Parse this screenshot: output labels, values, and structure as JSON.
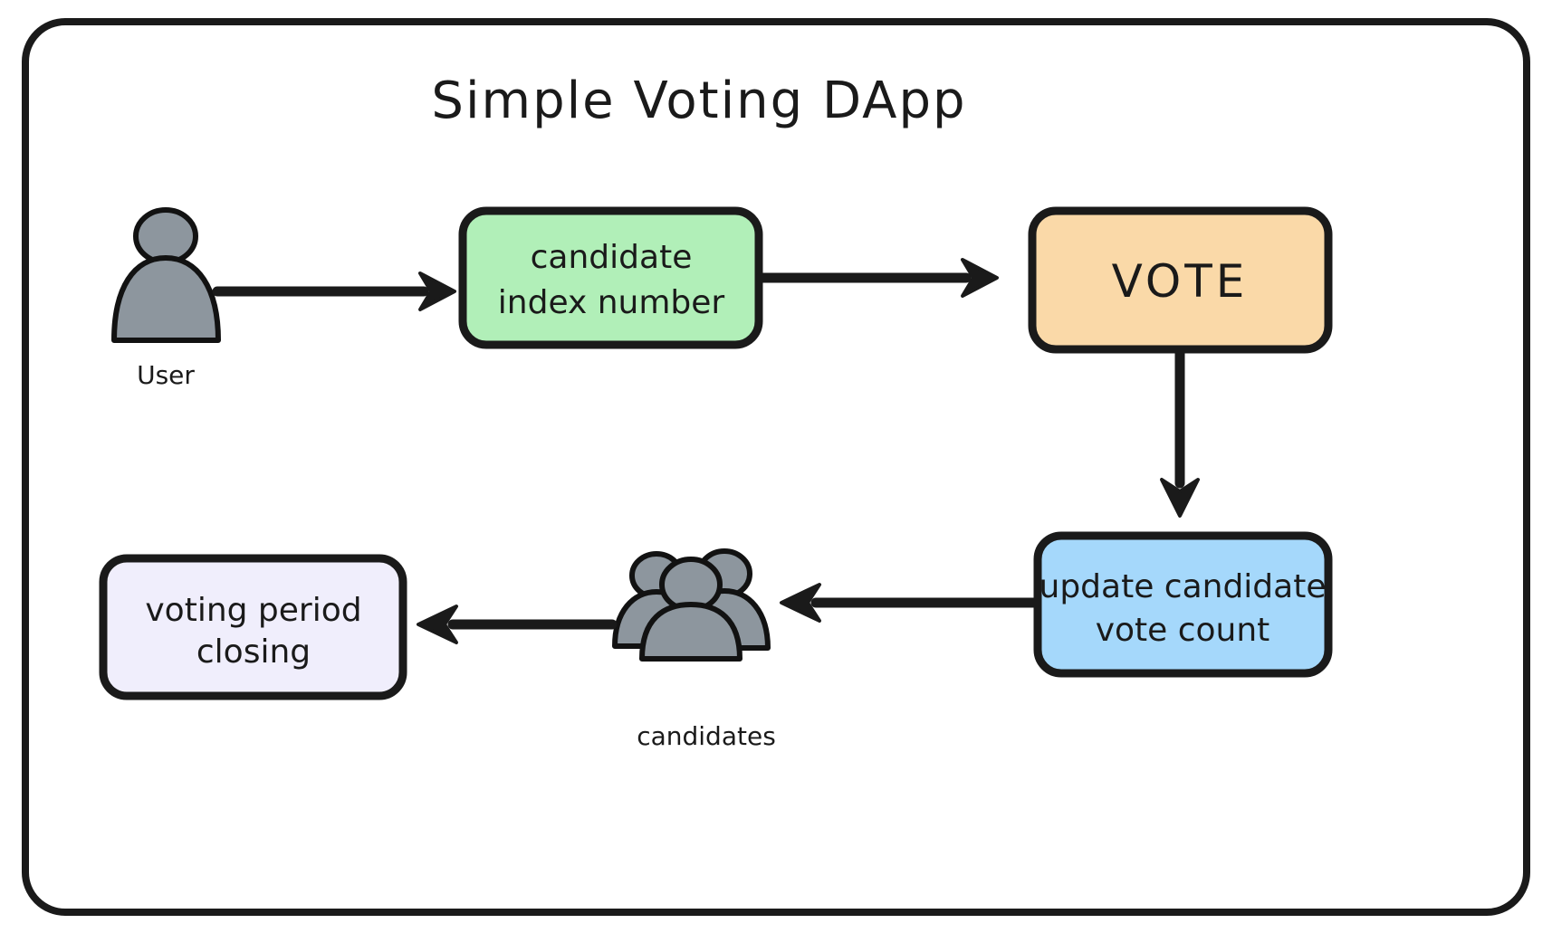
{
  "diagram": {
    "title": "Simple Voting DApp",
    "frame": {
      "border_color": "#1a1a1a",
      "background": "#ffffff"
    },
    "nodes": [
      {
        "id": "user",
        "type": "icon",
        "icon": "single-person-icon",
        "label": "User",
        "fill": "#8d969e"
      },
      {
        "id": "candidate-index",
        "type": "box",
        "line1": "candidate",
        "line2": "index number",
        "fill": "#b1efb8"
      },
      {
        "id": "vote",
        "type": "box",
        "line1": "VOTE",
        "line2": "",
        "fill": "#fad9a8"
      },
      {
        "id": "update-count",
        "type": "box",
        "line1": "update candidate",
        "line2": "vote count",
        "fill": "#a5d8fb"
      },
      {
        "id": "candidates",
        "type": "icon",
        "icon": "group-of-people-icon",
        "label": "candidates",
        "fill": "#8d969e"
      },
      {
        "id": "voting-period-closing",
        "type": "box",
        "line1": "voting period",
        "line2": "closing",
        "fill": "#f0eefc"
      }
    ],
    "edges": [
      {
        "from": "user",
        "to": "candidate-index",
        "direction": "right"
      },
      {
        "from": "candidate-index",
        "to": "vote",
        "direction": "right"
      },
      {
        "from": "vote",
        "to": "update-count",
        "direction": "down"
      },
      {
        "from": "update-count",
        "to": "candidates",
        "direction": "left"
      },
      {
        "from": "candidates",
        "to": "voting-period-closing",
        "direction": "left"
      }
    ]
  }
}
